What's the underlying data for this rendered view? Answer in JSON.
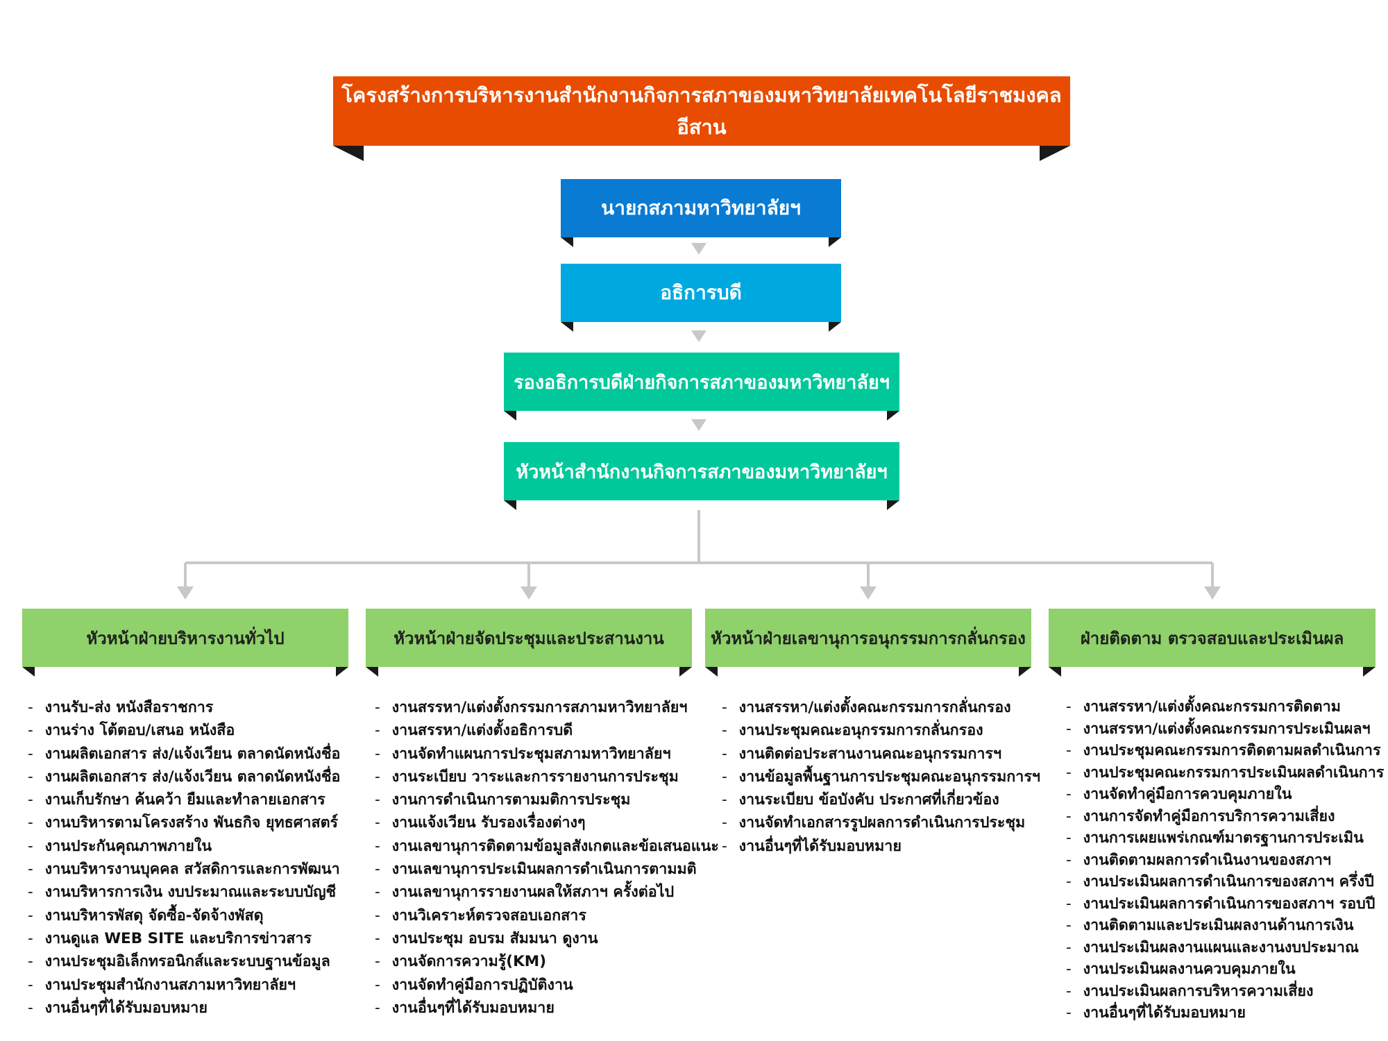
{
  "title": "โครงสร้างการบริหารงานสำนักงานกิจการสภาของมหาวิทยาลัยเทคโนโลยีราชมงคลอีสาน",
  "hierarchy": [
    "นายกสภามหาวิทยาลัยฯ",
    "อธิการบดี",
    "รองอธิการบดีฝ่ายกิจการสภาของมหาวิทยาลัยฯ",
    "หัวหน้าสำนักงานกิจการสภาของมหาวิทยาลัยฯ"
  ],
  "departments": [
    {
      "name": "หัวหน้าฝ่ายบริหารงานทั่วไป",
      "tasks": [
        "งานรับ-ส่ง หนังสือราชการ",
        "งานร่าง โต้ตอบ/เสนอ หนังสือ",
        "งานผลิตเอกสาร ส่ง/แจ้งเวียน ตลาดนัดหนังชื่อ",
        "งานผลิตเอกสาร ส่ง/แจ้งเวียน ตลาดนัดหนังชื่อ",
        "งานเก็บรักษา ค้นคว้า ยืมและทำลายเอกสาร",
        "งานบริหารตามโครงสร้าง พันธกิจ ยุทธศาสตร์",
        "งานประกันคุณภาพภายใน",
        "งานบริหารงานบุคคล สวัสดิการและการพัฒนา",
        "งานบริหารการเงิน งบประมาณและระบบบัญชี",
        "งานบริหารพัสดุ จัดซื้อ-จัดจ้างพัสดุ",
        "งานดูแล WEB SITE และบริการข่าวสาร",
        "งานประชุมอิเล็กทรอนิกส์และระบบฐานข้อมูล",
        "งานประชุมสำนักงานสภามหาวิทยาลัยฯ",
        "งานอื่นๆที่ได้รับมอบหมาย"
      ]
    },
    {
      "name": "หัวหน้าฝ่ายจัดประชุมและประสานงาน",
      "tasks": [
        "งานสรรหา/แต่งตั้งกรรมการสภามหาวิทยาลัยฯ",
        "งานสรรหา/แต่งตั้งอธิการบดี",
        "งานจัดทำแผนการประชุมสภามหาวิทยาลัยฯ",
        "งานระเบียบ วาระและการรายงานการประชุม",
        "งานการดำเนินการตามมติการประชุม",
        "งานแจ้งเวียน รับรองเรื่องต่างๆ",
        "งานเลขานุการติดตามข้อมูลสังเกตและข้อเสนอแนะ",
        "งานเลขานุการประเมินผลการดำเนินการตามมติ",
        "งานเลขานุการรายงานผลให้สภาฯ ครั้งต่อไป",
        "งานวิเคราะห์ตรวจสอบเอกสาร",
        "งานประชุม อบรม สัมมนา ดูงาน",
        "งานจัดการความรู้(KM)",
        "งานจัดทำคู่มือการปฏิบัติงาน",
        "งานอื่นๆที่ได้รับมอบหมาย"
      ]
    },
    {
      "name": "หัวหน้าฝ่ายเลขานุการอนุกรรมการกลั่นกรอง",
      "tasks": [
        "งานสรรหา/แต่งตั้งคณะกรรมการกลั่นกรอง",
        "งานประชุมคณะอนุกรรมการกลั่นกรอง",
        "งานติดต่อประสานงานคณะอนุกรรมการฯ",
        "งานข้อมูลพื้นฐานการประชุมคณะอนุกรรมการฯ",
        "งานระเบียบ ข้อบังคับ ประกาศที่เกี่ยวข้อง",
        "งานจัดทำเอกสารรูปผลการดำเนินการประชุม",
        "งานอื่นๆที่ได้รับมอบหมาย"
      ]
    },
    {
      "name": "ฝ่ายติดตาม ตรวจสอบและประเมินผล",
      "tasks": [
        "งานสรรหา/แต่งตั้งคณะกรรมการติดตาม",
        "งานสรรหา/แต่งตั้งคณะกรรมการประเมินผลฯ",
        "งานประชุมคณะกรรมการติดตามผลดำเนินการ",
        "งานประชุมคณะกรรมการประเมินผลดำเนินการ",
        "งานจัดทำคู่มือการควบคุมภายใน",
        "งานการจัดทำคู่มือการบริการความเสี่ยง",
        "งานการเผยแพร่เกณฑ์มาตรฐานการประเมิน",
        "งานติดตามผลการดำเนินงานของสภาฯ",
        "งานประเมินผลการดำเนินการของสภาฯ ครึ่งปี",
        "งานประเมินผลการดำเนินการของสภาฯ รอบปี",
        "งานติดตามและประเมินผลงานด้านการเงิน",
        "งานประเมินผลงานแผนและงานงบประมาณ",
        "งานประเมินผลงานควบคุมภายใน",
        "งานประเมินผลการบริหารความเสี่ยง",
        "งานอื่นๆที่ได้รับมอบหมาย"
      ]
    }
  ],
  "colors": {
    "title": "#e84c00",
    "president": "#0a7bd3",
    "rector": "#00a8e0",
    "vice": "#00c89a",
    "head": "#00c89a",
    "department": "#8fd16a",
    "connector": "#c8c8c8"
  }
}
